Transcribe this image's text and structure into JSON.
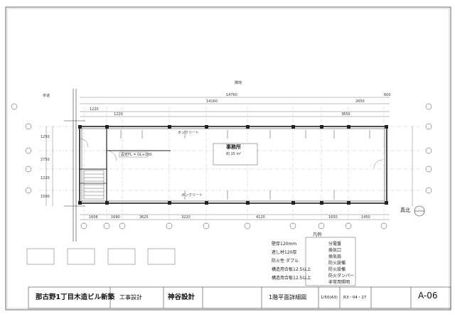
{
  "drawing": {
    "dimensions_top": [
      "14760",
      "14160",
      "2650",
      "600",
      "1220",
      "1220",
      "3650"
    ],
    "dimensions_left": [
      "1250",
      "2750",
      "1220",
      "1500"
    ],
    "dimensions_bottom": [
      "1606",
      "1690",
      "3625",
      "3220",
      "4120",
      "1650",
      "1450"
    ],
    "room_name": "事務所",
    "room_area": "約 15 m²",
    "north_label": "真北",
    "side_label_left": "歩道",
    "side_label_top": "隣地",
    "floor_level": "設定FL = GL+200",
    "notes": [
      "ボンクリート",
      "ボンクリート"
    ]
  },
  "legend": {
    "title": "凡例",
    "items": [
      "分電盤",
      "換気口",
      "換気扇",
      "防火設備",
      "防火設備",
      "防火ダンパー",
      "非常用照明"
    ],
    "wall_items": [
      "壁厚120mm",
      "遮し材120厚",
      "防火性 ダブル",
      "構造用合板12.5以上",
      "構造用合板12.5以上"
    ]
  },
  "title_block": {
    "project": "那古野1丁目木造ビル新築",
    "drawing_type": "工事設計",
    "office": "神谷設計",
    "drawing_title": "1階平面詳細図",
    "scale": "1/50(A3)",
    "date": "R3・04・27",
    "sheet_no": "A-06"
  }
}
